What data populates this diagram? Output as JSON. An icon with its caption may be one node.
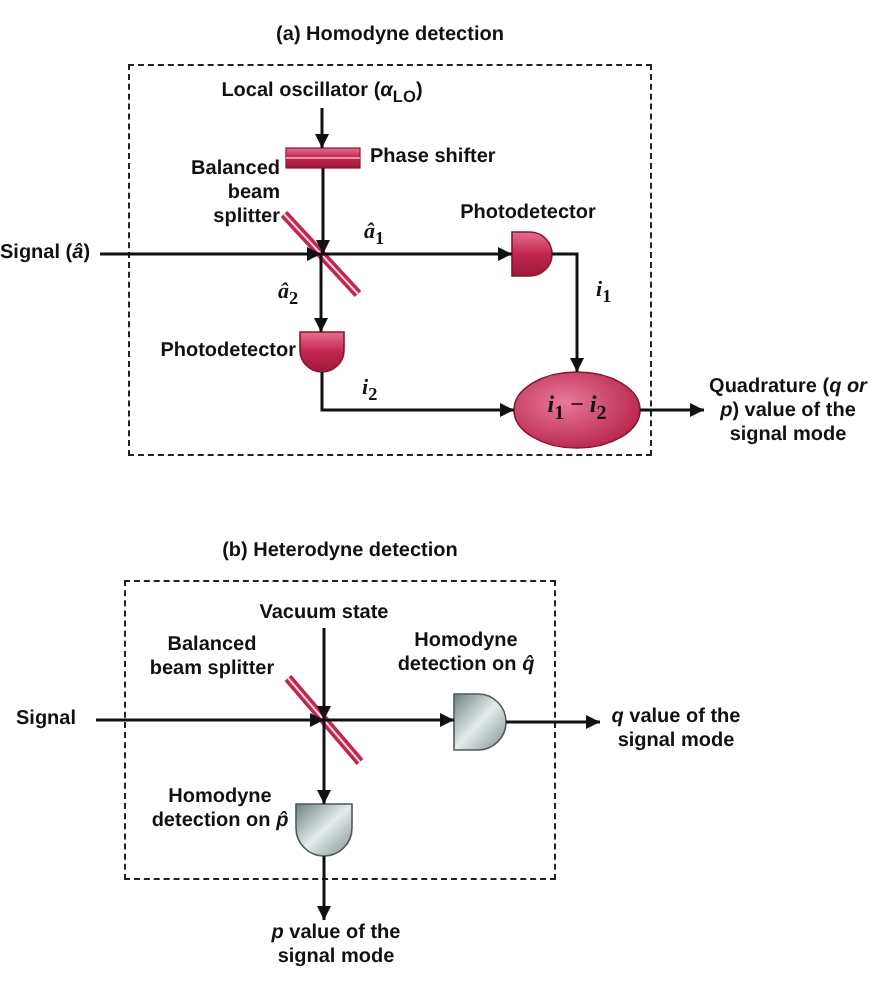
{
  "diagram": {
    "nodes": [
      {
        "text": [
          "(a) Homodyne detection"
        ]
      },
      {
        "text": [
          "Local oscillator (*α*$_{LO}$)"
        ],
        "in": 0
      },
      {
        "text": [
          "Phase shifter"
        ],
        "in": 0
      },
      {
        "text": [
          "Balanced beam splitter"
        ],
        "in": 0
      },
      {
        "text": [
          "Signal (*â*)"
        ]
      },
      {
        "text": [
          "Photodetector"
        ],
        "in": 0
      },
      {
        "text": [
          "Photodetector"
        ],
        "in": 0
      },
      {
        "text": [
          "*i*$_{1}$ − *i*$_{2}$"
        ],
        "in": 0
      },
      {
        "text": [
          "Quadrature (*q or p*) value of the signal mode"
        ]
      },
      {
        "text": [
          "(b) Heterodyne detection"
        ]
      },
      {
        "text": [
          "Vacuum state"
        ],
        "in": 9
      },
      {
        "text": [
          "Balanced beam splitter"
        ],
        "in": 9
      },
      {
        "text": [
          "Signal"
        ]
      },
      {
        "text": [
          "Homodyne detection on *q̂*"
        ],
        "in": 9
      },
      {
        "text": [
          "Homodyne detection on *p̂*"
        ],
        "in": 9
      },
      {
        "text": [
          "*q* value of the signal mode"
        ]
      },
      {
        "text": [
          "*p* value of the signal mode"
        ]
      }
    ],
    "edges": [
      {
        "from": 1,
        "to": 2,
        "arrow": "to"
      },
      {
        "from": 2,
        "to": 3,
        "arrow": "to"
      },
      {
        "from": 4,
        "to": 3,
        "arrow": "to"
      },
      {
        "from": 3,
        "to": 5,
        "arrow": "to",
        "label": "*â*$_{1}$"
      },
      {
        "from": 3,
        "to": 6,
        "arrow": "to",
        "label": "*â*$_{2}$"
      },
      {
        "from": 5,
        "to": 7,
        "arrow": "to",
        "label": "*i*$_{1}$"
      },
      {
        "from": 6,
        "to": 7,
        "arrow": "to",
        "label": "*i*$_{2}$"
      },
      {
        "from": 7,
        "to": 8,
        "arrow": "to"
      },
      {
        "from": 10,
        "to": 11,
        "arrow": "to"
      },
      {
        "from": 12,
        "to": 11,
        "arrow": "to"
      },
      {
        "from": 11,
        "to": 13,
        "arrow": "to"
      },
      {
        "from": 11,
        "to": 14,
        "arrow": "to"
      },
      {
        "from": 13,
        "to": 15,
        "arrow": "to"
      },
      {
        "from": 14,
        "to": 16,
        "arrow": "to"
      }
    ]
  }
}
